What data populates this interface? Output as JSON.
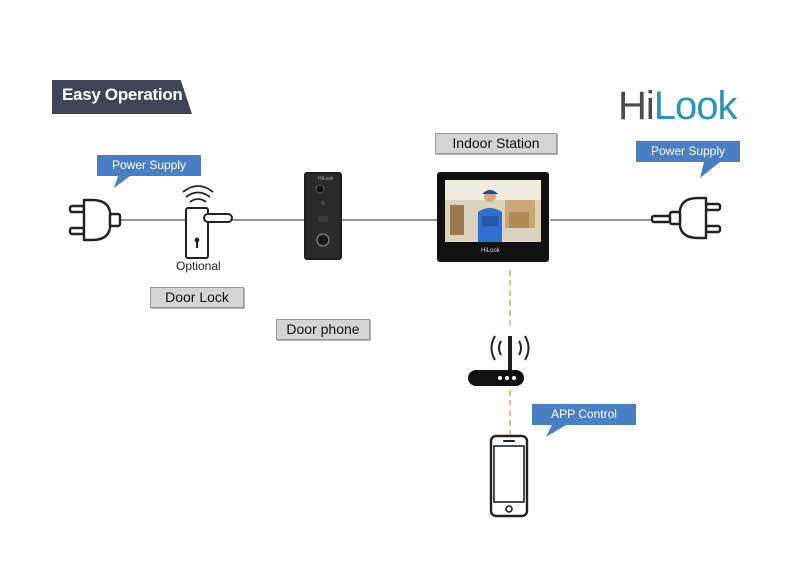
{
  "title": "Easy Operation",
  "brand": {
    "hi": "Hi",
    "look": "Look",
    "hi_color": "#4a4a4a",
    "look_color": "#2a94b8"
  },
  "labels": {
    "power_supply_left": "Power Supply",
    "power_supply_right": "Power Supply",
    "optional": "Optional",
    "door_lock": "Door Lock",
    "door_phone": "Door phone",
    "indoor_station": "Indoor Station",
    "app_control": "APP Control"
  },
  "device_text": {
    "doorbell_brand": "HiLook",
    "monitor_brand": "HiLook"
  },
  "icons": [
    "plug-icon",
    "door-lock-icon",
    "wifi-signal-icon",
    "doorbell-icon",
    "monitor-icon",
    "router-icon",
    "smartphone-icon"
  ],
  "colors": {
    "callout_blue": "#4a7fc4",
    "dashed_link": "#e8a06a",
    "wire": "#555555",
    "title_bg": "#3e4556"
  }
}
